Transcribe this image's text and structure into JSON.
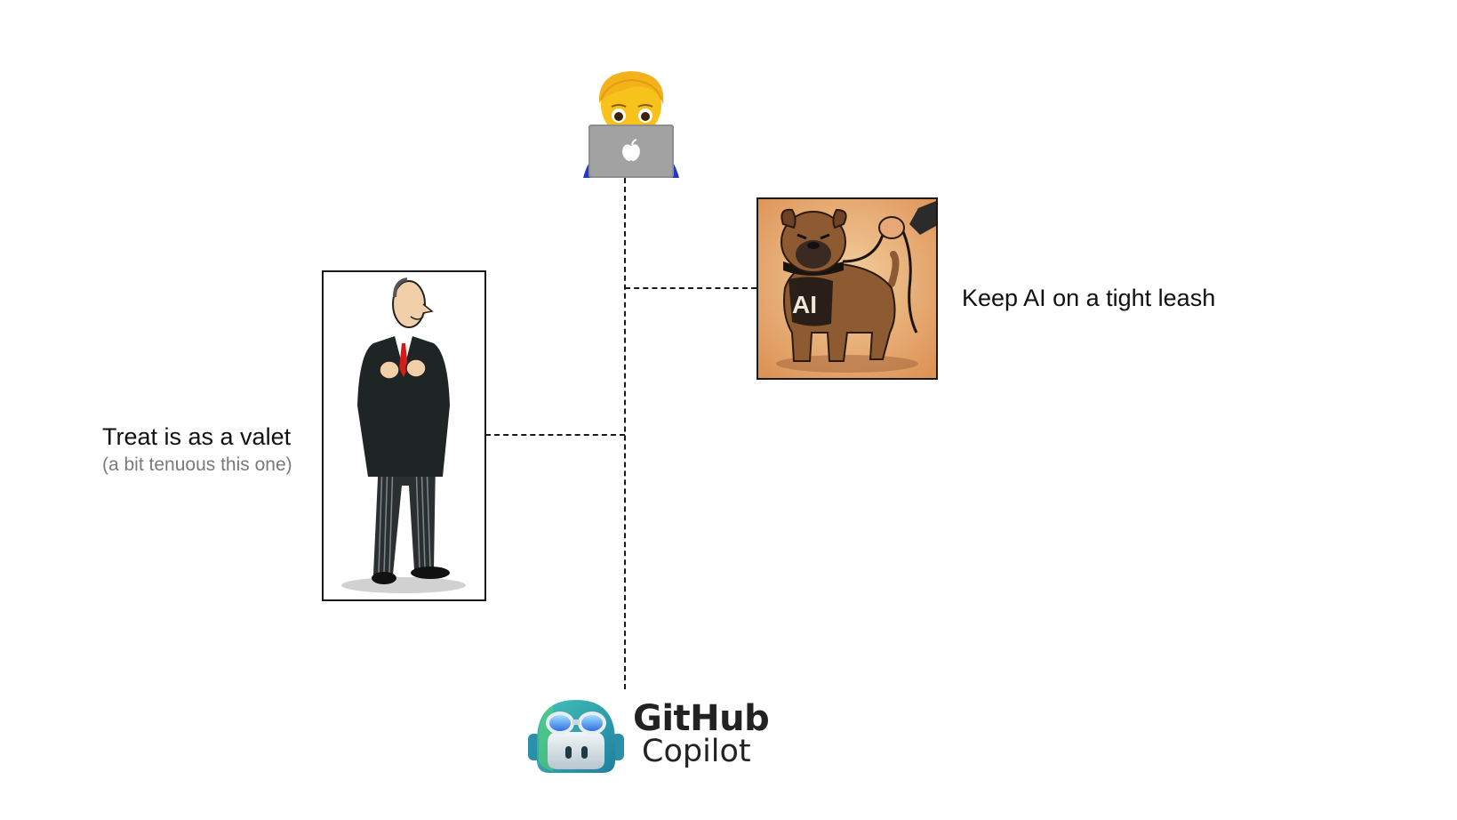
{
  "diagram": {
    "top_node": {
      "icon": "technologist-emoji-icon",
      "description": "Person with laptop (developer)"
    },
    "branches": [
      {
        "id": "leash",
        "label": "Keep AI on a tight leash",
        "image": "bulldog-on-leash-icon",
        "image_text": "AI"
      },
      {
        "id": "valet",
        "label": "Treat is as a valet",
        "sublabel": "(a bit tenuous this one)",
        "image": "valet-butler-icon"
      }
    ],
    "bottom_node": {
      "icon": "copilot-robot-icon",
      "brand_line1": "GitHub",
      "brand_line2": "Copilot"
    },
    "colors": {
      "line": "#1a1a1a",
      "label_text": "#111111",
      "sublabel_text": "#7a7a7a",
      "dog_bg": "#e3a46a",
      "copilot_teal": "#2fa6a6"
    }
  }
}
